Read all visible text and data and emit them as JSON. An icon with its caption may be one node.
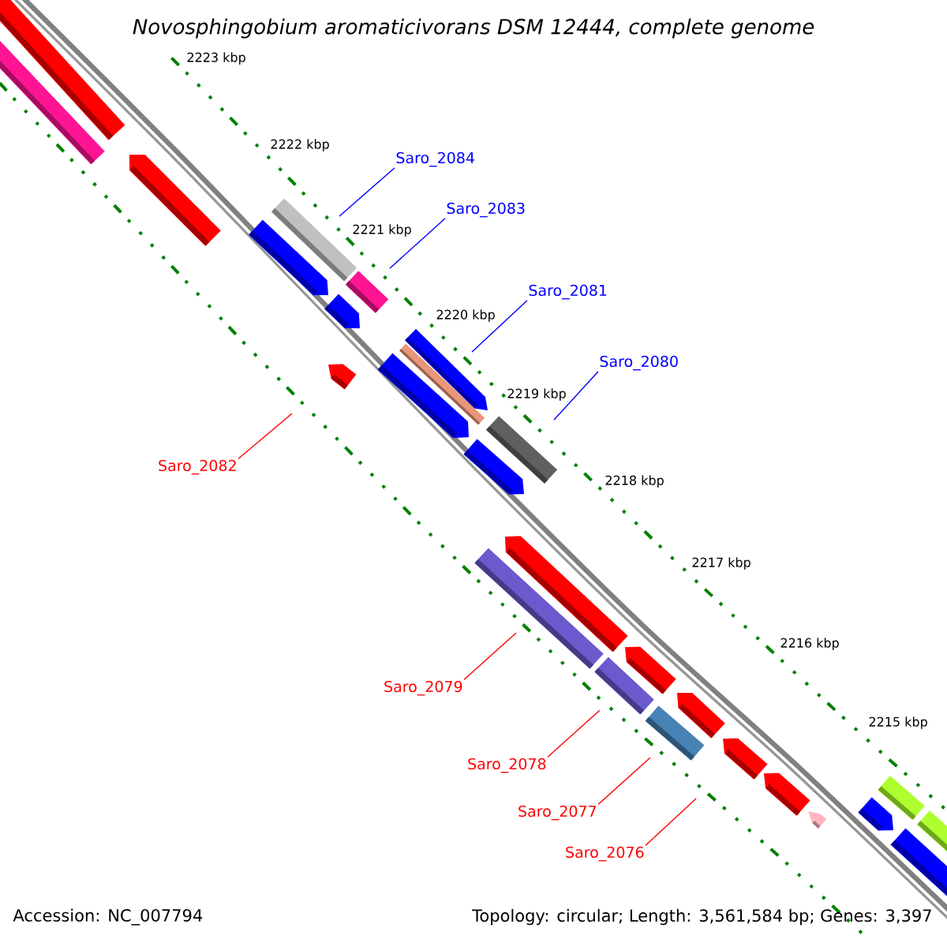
{
  "diagram": {
    "title": "Novosphingobium aromaticivorans DSM 12444, complete genome",
    "nodes": [
      {
        "text": [
          "Saro_2084"
        ]
      },
      {
        "text": [
          "Saro_2083"
        ]
      },
      {
        "text": [
          "Saro_2081"
        ]
      },
      {
        "text": [
          "Saro_2080"
        ]
      },
      {
        "text": [
          "Saro_2082"
        ]
      },
      {
        "text": [
          "Saro_2079"
        ]
      },
      {
        "text": [
          "Saro_2078"
        ]
      },
      {
        "text": [
          "Saro_2077"
        ]
      },
      {
        "text": [
          "Saro_2076"
        ]
      }
    ],
    "edges": [
      {
        "from": 0,
        "to": null,
        "arrow": "none",
        "color": "#0000ff"
      },
      {
        "from": 1,
        "to": null,
        "arrow": "none",
        "color": "#0000ff"
      },
      {
        "from": 2,
        "to": null,
        "arrow": "none",
        "color": "#0000ff"
      },
      {
        "from": 3,
        "to": null,
        "arrow": "none",
        "color": "#0000ff"
      },
      {
        "from": 4,
        "to": null,
        "arrow": "none"
      },
      {
        "from": 5,
        "to": null,
        "arrow": "none"
      },
      {
        "from": 6,
        "to": null,
        "arrow": "none"
      },
      {
        "from": 7,
        "to": null,
        "arrow": "none"
      },
      {
        "from": 8,
        "to": null,
        "arrow": "none"
      }
    ],
    "labels": [
      "2223 kbp",
      "2222 kbp",
      "2221 kbp",
      "2220 kbp",
      "2219 kbp",
      "2218 kbp",
      "2217 kbp",
      "2216 kbp",
      "2215 kbp",
      "Accession: NC_007794",
      "Topology: circular; Length: 3,561,584 bp; Genes: 3,397"
    ]
  }
}
